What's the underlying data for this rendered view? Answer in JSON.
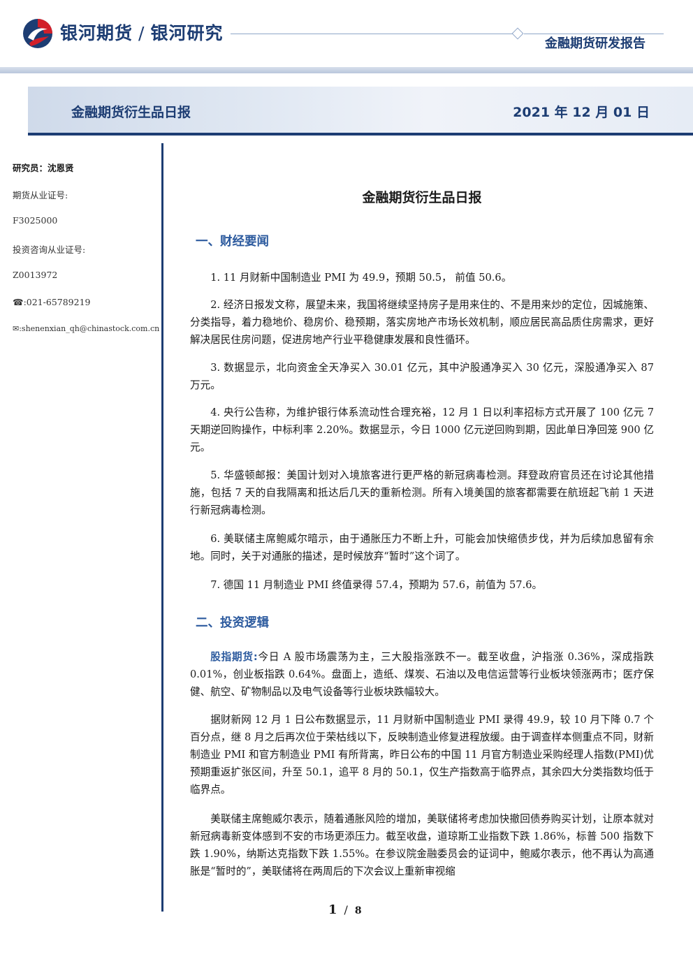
{
  "header": {
    "brand_name": "银河期货",
    "brand_sub": "银河研究",
    "report_type": "金融期货研发报告",
    "banner_title": "金融期货衍生品日报",
    "banner_date": "2021 年 12 月 01 日"
  },
  "sidebar": {
    "researcher": "研究员：沈恩贤",
    "futures_cert_label": "期货从业证号:",
    "futures_cert_value": "F3025000",
    "advisory_cert_label": "投资咨询从业证号:",
    "advisory_cert_value": "Z0013972",
    "phone": "☎:021-65789219",
    "email": "✉:shenenxian_qh@chinastock.com.cn"
  },
  "main": {
    "title": "金融期货衍生品日报",
    "section1": "一、财经要闻",
    "news": [
      "1. 11 月财新中国制造业 PMI 为 49.9，预期 50.5， 前值 50.6。",
      "2. 经济日报发文称，展望未来，我国将继续坚持房子是用来住的、不是用来炒的定位，因城施策、分类指导，着力稳地价、稳房价、稳预期，落实房地产市场长效机制，顺应居民高品质住房需求，更好解决居民住房问题，促进房地产行业平稳健康发展和良性循环。",
      "3. 数据显示，北向资金全天净买入 30.01 亿元，其中沪股通净买入 30 亿元，深股通净买入 87 万元。",
      "4. 央行公告称，为维护银行体系流动性合理充裕，12 月 1 日以利率招标方式开展了 100 亿元 7 天期逆回购操作，中标利率 2.20%。数据显示，今日 1000 亿元逆回购到期，因此单日净回笼 900 亿元。",
      "5. 华盛顿邮报：美国计划对入境旅客进行更严格的新冠病毒检测。拜登政府官员还在讨论其他措施，包括 7 天的自我隔离和抵达后几天的重新检测。所有入境美国的旅客都需要在航班起飞前 1 天进行新冠病毒检测。",
      "6. 美联储主席鲍威尔暗示，由于通胀压力不断上升，可能会加快缩债步伐，并为后续加息留有余地。同时，关于对通胀的描述，是时候放弃“暂时”这个词了。",
      "7. 德国 11 月制造业 PMI 终值录得 57.4，预期为 57.6，前值为 57.6。"
    ],
    "section2": "二、投资逻辑",
    "logic_lead": "股指期货:",
    "logic_p1": "今日 A 股市场震荡为主，三大股指涨跌不一。截至收盘，沪指涨 0.36%，深成指跌 0.01%，创业板指跌 0.64%。盘面上，造纸、煤炭、石油以及电信运营等行业板块领涨两市；医疗保健、航空、矿物制品以及电气设备等行业板块跌幅较大。",
    "logic_p2": "据财新网 12 月 1 日公布数据显示，11 月财新中国制造业 PMI 录得 49.9，较 10 月下降 0.7 个百分点，继 8 月之后再次位于荣枯线以下，反映制造业修复进程放缓。由于调查样本侧重点不同，财新制造业 PMI 和官方制造业 PMI 有所背离，昨日公布的中国 11 月官方制造业采购经理人指数(PMI)优预期重返扩张区间，升至 50.1，追平 8 月的 50.1，仅生产指数高于临界点，其余四大分类指数均低于临界点。",
    "logic_p3": "美联储主席鲍威尔表示，随着通胀风险的增加，美联储将考虑加快撤回债券购买计划，让原本就对新冠病毒新变体感到不安的市场更添压力。截至收盘，道琼斯工业指数下跌 1.86%，标普 500 指数下跌 1.90%，纳斯达克指数下跌 1.55%。在参议院金融委员会的证词中，鲍威尔表示，他不再认为高通胀是“暂时的”，美联储将在两周后的下次会议上重新审视缩"
  },
  "footer": {
    "page_current": "1",
    "page_sep": "/",
    "page_total": "8"
  },
  "colors": {
    "brand_navy": "#1d3d73",
    "section_blue": "#2c5a9e",
    "logo_red": "#d2202a"
  }
}
